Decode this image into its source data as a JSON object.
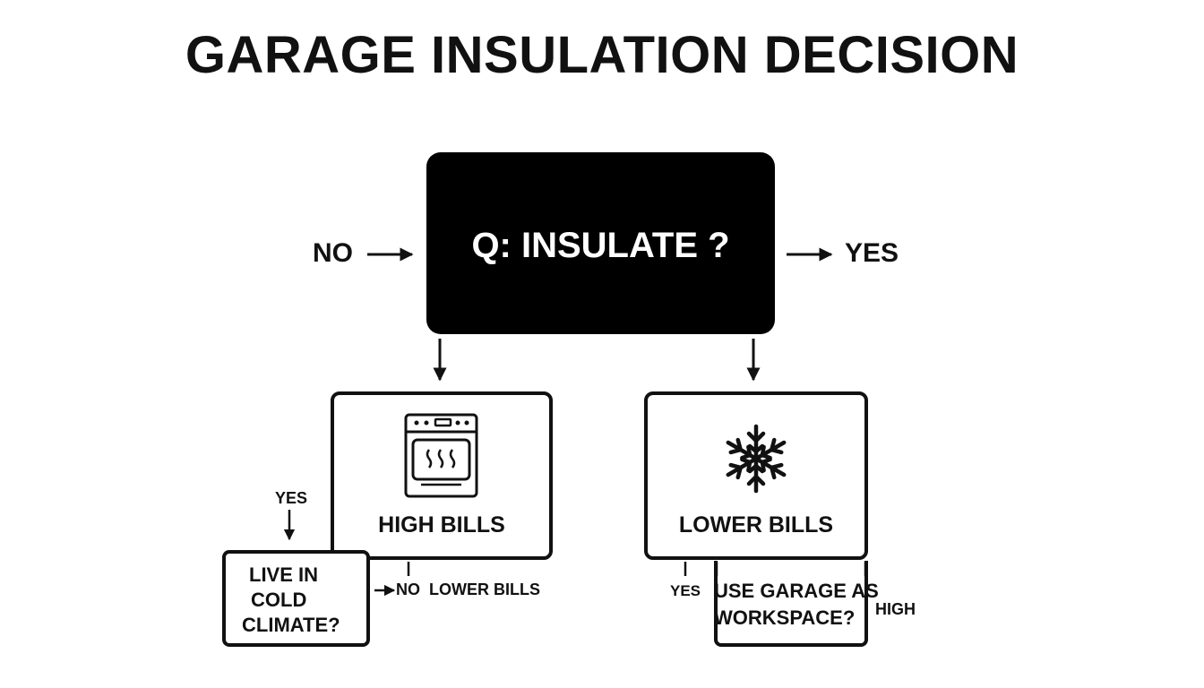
{
  "title": "GARAGE INSULATION DECISION",
  "question": {
    "text": "Q: INSULATE ?",
    "left_label": "NO",
    "right_label": "YES"
  },
  "left_branch": {
    "label": "HIGH BILLS",
    "icon": "oven-icon",
    "followup": {
      "yes_label": "YES",
      "lines": [
        "LIVE IN",
        "COLD",
        "CLIMATE?"
      ],
      "no_label": "NO",
      "no_result": "LOWER BILLS"
    }
  },
  "right_branch": {
    "label": "LOWER BILLS",
    "icon": "snowflake-icon",
    "followup": {
      "yes_label": "YES",
      "lines": [
        "USE GARAGE AS",
        "WORKSPACE?"
      ],
      "side_label": "HIGH"
    }
  },
  "colors": {
    "ink": "#111111",
    "question_fill": "#000000",
    "question_text": "#ffffff",
    "background": "#ffffff"
  }
}
